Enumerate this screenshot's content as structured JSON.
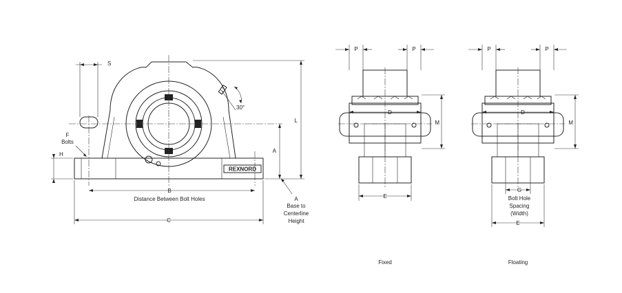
{
  "front_view": {
    "dim_S": "S",
    "dim_F": "F",
    "bolts_label": "Bolts",
    "dim_H": "H",
    "angle": "30°",
    "dim_L": "L",
    "dim_A": "A",
    "dim_B": "B",
    "bolt_holes_label": "Distance Between Bolt Holes",
    "dim_C": "C",
    "nameplate": "REXNORD",
    "callout_A": "A",
    "callout_line1": "Base to",
    "callout_line2": "Centerline",
    "callout_line3": "Height"
  },
  "fixed_view": {
    "dim_P_left": "P",
    "dim_P_right": "P",
    "dim_D": "D",
    "dim_M": "M",
    "dim_E": "E",
    "caption": "Fixed"
  },
  "floating_view": {
    "dim_P_left": "P",
    "dim_P_right": "P",
    "dim_D": "D",
    "dim_M": "M",
    "dim_G": "G",
    "spacing_line1": "Bolt Hole",
    "spacing_line2": "Spacing",
    "spacing_line3": "(Width)",
    "dim_E": "E",
    "caption": "Floating"
  }
}
